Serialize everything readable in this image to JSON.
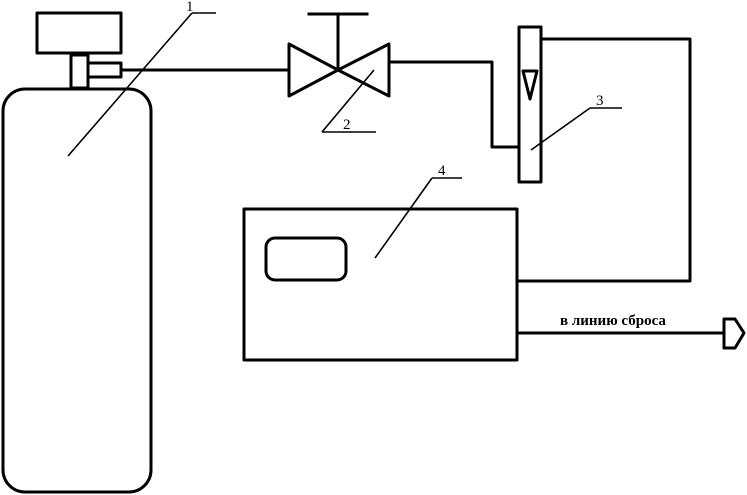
{
  "callouts": {
    "cylinder": "1",
    "valve": "2",
    "flowmeter": "3",
    "analyzer": "4"
  },
  "outlet_label": "в линию сброса"
}
